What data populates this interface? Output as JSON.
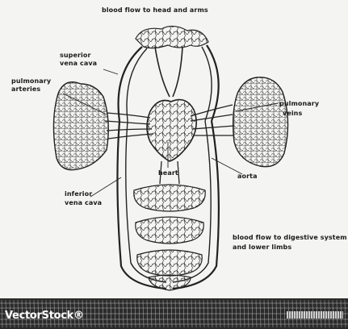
{
  "labels": {
    "top": "blood flow to head and arms",
    "superior_vena_cava_line1": "superior",
    "superior_vena_cava_line2": "vena cava",
    "pulmonary_arteries_line1": "pulmonary",
    "pulmonary_arteries_line2": "arteries",
    "pulmonary_veins_line1": "pulmonary",
    "pulmonary_veins_line2": "veins",
    "heart": "heart",
    "aorta": "aorta",
    "inferior_vena_cava_line1": "inferior",
    "inferior_vena_cava_line2": "vena cava",
    "lower_flow_line1": "blood flow to digestive system",
    "lower_flow_line2": "and lower limbs"
  },
  "watermark": {
    "brand": "VectorStock®"
  },
  "colors": {
    "ink": "#1a1a1a",
    "background": "#f4f4f2",
    "watermark_bar": "#2b2b2b"
  }
}
